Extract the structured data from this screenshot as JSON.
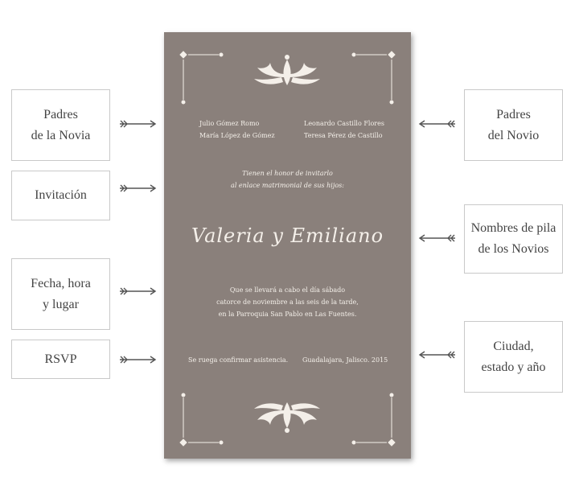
{
  "labels": {
    "left": [
      "Padres\nde la Novia",
      "Invitación",
      "Fecha, hora\ny lugar",
      "RSVP"
    ],
    "right": [
      "Padres\ndel Novio",
      "Nombres de pila\nde los Novios",
      "Ciudad,\nestado y año"
    ]
  },
  "card": {
    "bride_parents": [
      "Julio Gómez Romo",
      "María López de Gómez"
    ],
    "groom_parents": [
      "Leonardo Castillo Flores",
      "Teresa Pérez de Castillo"
    ],
    "invitation": "Tienen el honor de invitarlo\nal enlace matrimonial de sus hijos:",
    "couple_names": "Valeria y Emiliano",
    "date_place": "Que se llevará a cabo el día sábado\ncatorce de noviembre a las seis de la tarde,\nen la Parroquia San Pablo en Las Fuentes.",
    "rsvp": "Se ruega confirmar asistencia.",
    "city_year": "Guadalajara, Jalisco. 2015"
  },
  "colors": {
    "card": "#8a807b",
    "text_on_card": "#f4efe9",
    "arrow": "#555555"
  }
}
